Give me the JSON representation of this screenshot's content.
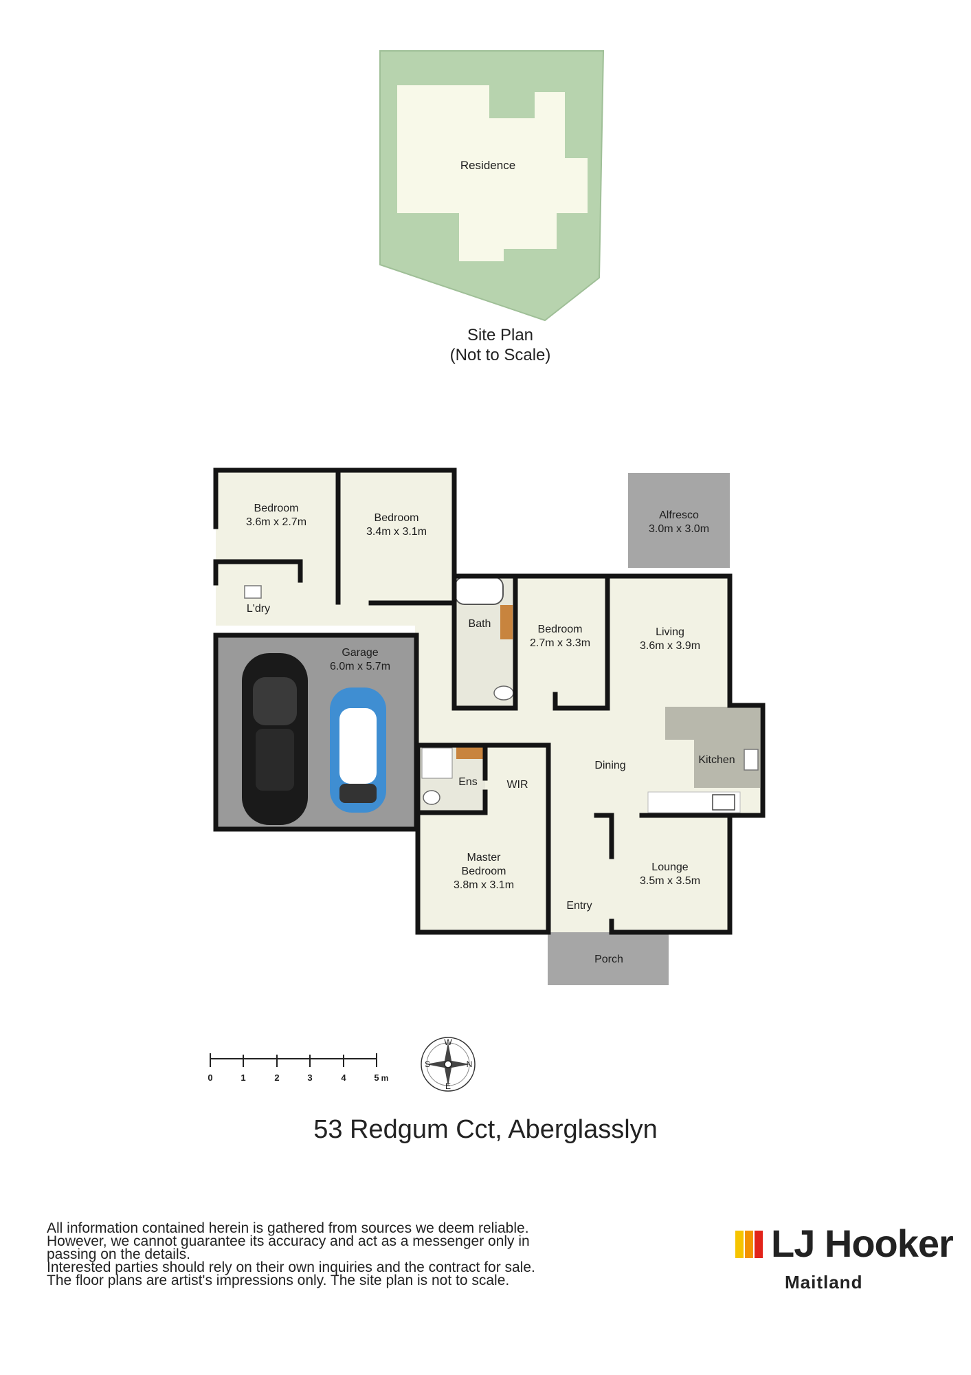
{
  "site_plan": {
    "residence_label": "Residence",
    "caption_line1": "Site Plan",
    "caption_line2": "(Not to Scale)"
  },
  "rooms": {
    "bedroom_a": {
      "name": "Bedroom",
      "size": "3.6m x 2.7m"
    },
    "bedroom_b": {
      "name": "Bedroom",
      "size": "3.4m x 3.1m"
    },
    "alfresco": {
      "name": "Alfresco",
      "size": "3.0m x 3.0m"
    },
    "laundry": {
      "name": "L'dry"
    },
    "bath": {
      "name": "Bath"
    },
    "bedroom_c": {
      "name": "Bedroom",
      "size": "2.7m x 3.3m"
    },
    "living": {
      "name": "Living",
      "size": "3.6m x 3.9m"
    },
    "garage": {
      "name": "Garage",
      "size": "6.0m x 5.7m"
    },
    "kitchen": {
      "name": "Kitchen"
    },
    "dining": {
      "name": "Dining"
    },
    "ensuite": {
      "name": "Ens"
    },
    "wir": {
      "name": "WIR"
    },
    "master": {
      "line1": "Master",
      "line2": "Bedroom",
      "size": "3.8m x 3.1m"
    },
    "lounge": {
      "name": "Lounge",
      "size": "3.5m x 3.5m"
    },
    "entry": {
      "name": "Entry"
    },
    "porch": {
      "name": "Porch"
    }
  },
  "scale_bar": {
    "ticks": [
      "0",
      "1",
      "2",
      "3",
      "4",
      "5"
    ],
    "unit": "m"
  },
  "compass": {
    "north": "N",
    "south": "S",
    "east": "E",
    "west": "W"
  },
  "address": "53 Redgum Cct, Aberglasslyn",
  "disclaimer": [
    "All information contained herein is gathered from sources we deem reliable.",
    "However, we cannot guarantee its accuracy and act as a messenger only in",
    "passing on the details.",
    "Interested parties should rely on their own inquiries and the contract for sale.",
    "The floor plans are artist's impressions only. The site plan is not to scale."
  ],
  "brand": {
    "name": "LJ Hooker",
    "office": "Maitland"
  },
  "colors": {
    "site_green": "#b7d3ae",
    "residence_fill": "#f8f9e9",
    "floor": "#f2f2e4",
    "outdoor_grey": "#a6a6a6",
    "garage_grey": "#9a9a9a",
    "kitchen_bench": "#b8b8ac",
    "wall": "#141414",
    "brand_yellow": "#f6c400",
    "brand_orange": "#f39200",
    "brand_red": "#e2231a"
  }
}
